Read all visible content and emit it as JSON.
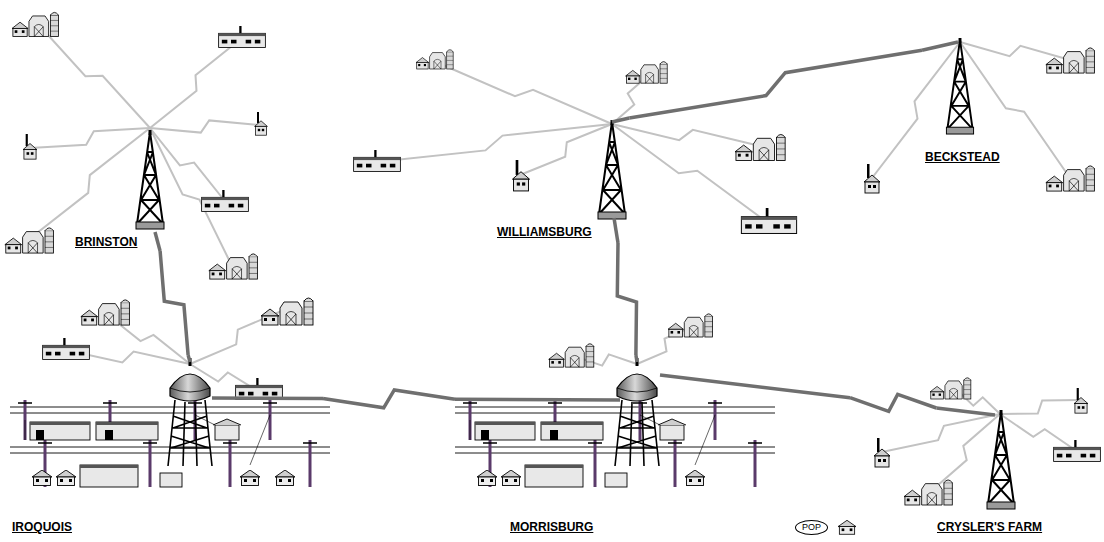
{
  "diagram": {
    "nodes": [
      {
        "text": [
          "BRINSTON"
        ]
      },
      {
        "text": [
          "WILLIAMSBURG"
        ]
      },
      {
        "text": [
          "BECKSTEAD"
        ]
      },
      {
        "text": [
          "IROQUOIS"
        ]
      },
      {
        "text": [
          "MORRISBURG"
        ]
      },
      {
        "text": [
          "POP"
        ],
        "in": 4
      },
      {
        "text": [
          "CRYSLER'S FARM"
        ]
      }
    ],
    "edges": [
      {
        "from": 0,
        "to": 3,
        "arrow": "none"
      },
      {
        "from": 3,
        "to": 4,
        "arrow": "none"
      },
      {
        "from": 4,
        "to": 1,
        "arrow": "none"
      },
      {
        "from": 1,
        "to": 2,
        "arrow": "none"
      },
      {
        "from": 4,
        "to": 6,
        "arrow": "none"
      }
    ]
  }
}
